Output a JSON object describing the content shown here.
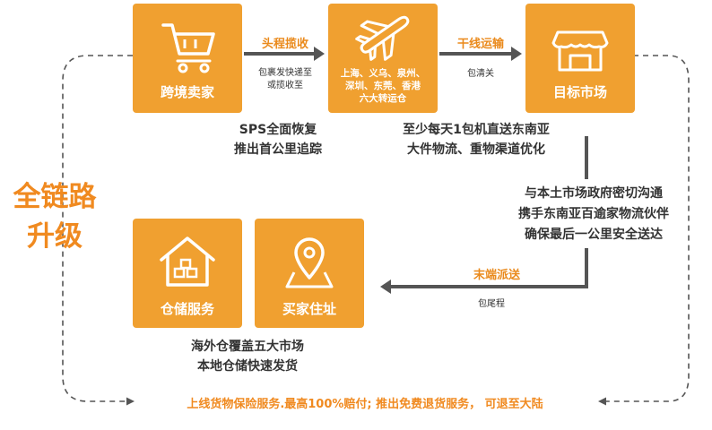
{
  "headline": {
    "line1": "全链路",
    "line2": "升级"
  },
  "nodes": {
    "seller": {
      "label": "跨境卖家",
      "icon": "shopping-cart-icon"
    },
    "hub": {
      "icon": "airplane-icon",
      "sub_lines": [
        "上海、义乌、泉州、",
        "深圳、东莞、香港",
        "六大转运仓"
      ]
    },
    "market": {
      "label": "目标市场",
      "icon": "storefront-icon"
    },
    "warehouse": {
      "label": "仓储服务",
      "icon": "warehouse-icon"
    },
    "buyer": {
      "label": "买家住址",
      "icon": "location-pin-icon"
    }
  },
  "arrows": {
    "first_leg": {
      "label": "头程揽收",
      "note_lines": [
        "包裹发快递至",
        "或揽收至"
      ]
    },
    "trunk": {
      "label": "干线运输",
      "note": "包清关"
    },
    "last_mile": {
      "label": "末端派送",
      "note": "包尾程"
    }
  },
  "captions": {
    "sps": [
      "SPS全面恢复",
      "推出首公里追踪"
    ],
    "flights": [
      "至少每天1包机直送东南亚",
      "大件物流、重物渠道优化"
    ],
    "local": [
      "与本土市场政府密切沟通",
      "携手东南亚百逾家物流伙伴",
      "确保最后一公里安全送达"
    ],
    "overseas": [
      "海外仓覆盖五大市场",
      "本地仓储快速发货"
    ]
  },
  "bottom_banner": "上线货物保险服务.最高100%赔付; 推出免费退货服务， 可退至大陆",
  "colors": {
    "box": "#F0A030",
    "accent": "#F08A20",
    "arrow": "#555555",
    "dashed": "#555555"
  }
}
